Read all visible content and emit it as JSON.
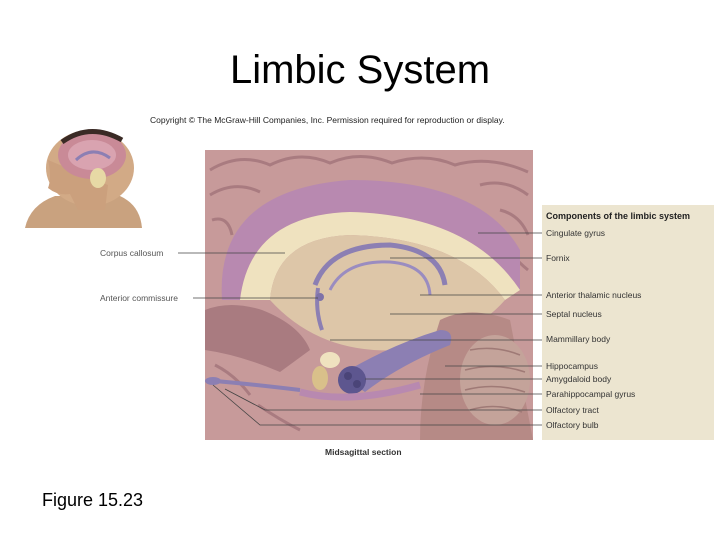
{
  "title": "Limbic System",
  "copyright": "Copyright © The McGraw-Hill Companies, Inc. Permission required for reproduction or display.",
  "figure_label": "Figure 15.23",
  "caption": "Midsagittal section",
  "left_labels": [
    "Corpus callosum",
    "Anterior commissure"
  ],
  "legend": {
    "title": "Components of the limbic system",
    "items": [
      "Cingulate gyrus",
      "Fornix",
      "Anterior thalamic nucleus",
      "Septal nucleus",
      "Mammillary body",
      "Hippocampus",
      "Amygdaloid body",
      "Parahippocampal gyrus",
      "Olfactory tract",
      "Olfactory bulb"
    ]
  },
  "colors": {
    "tissue": "#c79a9a",
    "cortex_dark": "#a97b80",
    "cingulate": "#b889b0",
    "corpus_callosum": "#efe2bf",
    "limbic_structure": "#8c7fb3",
    "panel_bg": "#ece5d0"
  }
}
